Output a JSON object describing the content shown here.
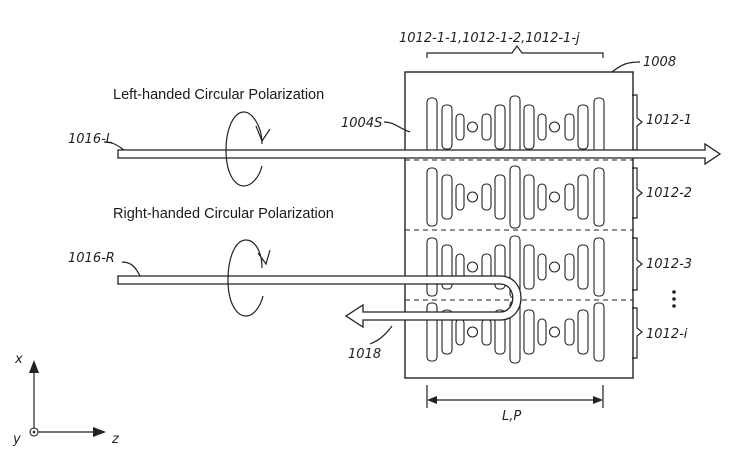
{
  "labels": {
    "elements": "1012-1-1,1012-1-2,1012-1-j",
    "substrate": "1008",
    "metasurface": "1004S",
    "row1": "1012-1",
    "row2": "1012-2",
    "row3": "1012-3",
    "rowi": "1012-i",
    "beam_left": "1016-L",
    "beam_right": "1016-R",
    "reflected": "1018",
    "period": "L,P",
    "axis_x": "x",
    "axis_y": "y",
    "axis_z": "z"
  },
  "headings": {
    "lhcp": "Left-handed Circular Polarization",
    "rhcp": "Right-handed Circular Polarization"
  },
  "rows": [
    {
      "name": "1012-1"
    },
    {
      "name": "1012-2"
    },
    {
      "name": "1012-3"
    },
    {
      "name": "1012-i"
    }
  ],
  "colors": {
    "ink": "#222222",
    "background": "#ffffff"
  }
}
